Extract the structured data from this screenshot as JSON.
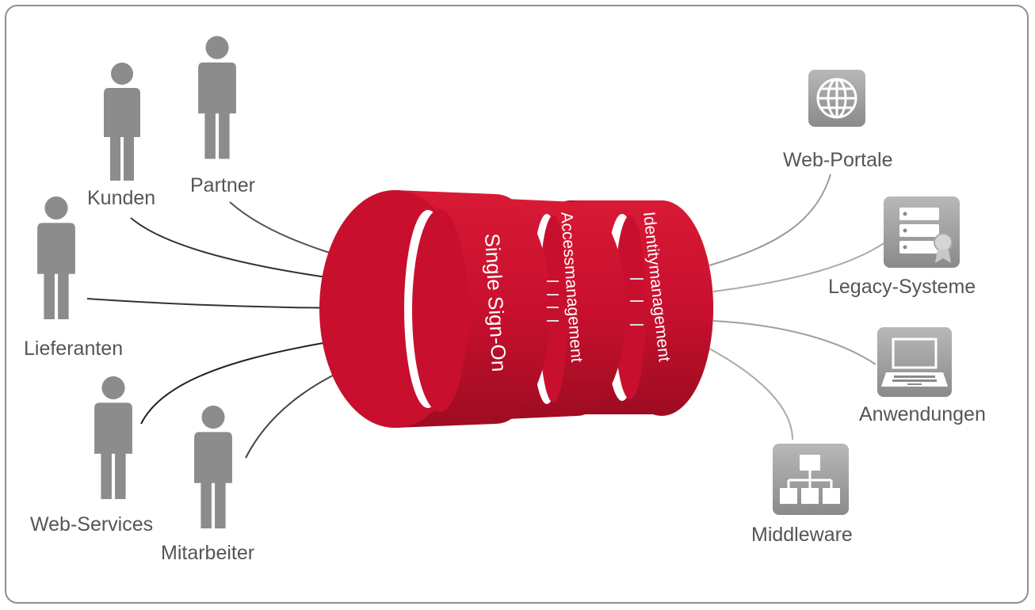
{
  "users": {
    "kunden": "Kunden",
    "partner": "Partner",
    "lieferanten": "Lieferanten",
    "web_services": "Web-Services",
    "mitarbeiter": "Mitarbeiter"
  },
  "rings": {
    "sso": "Single Sign-On",
    "access": "Accessmanagement",
    "identity": "Identitymanagement"
  },
  "systems": {
    "web_portale": "Web-Portale",
    "legacy": "Legacy-Systeme",
    "anwendungen": "Anwendungen",
    "middleware": "Middleware"
  },
  "icons": {
    "web_portale": "globe-icon",
    "legacy": "server-rack-icon",
    "anwendungen": "laptop-icon",
    "middleware": "network-hierarchy-icon"
  },
  "colors": {
    "ring_red": "#c8102e",
    "ring_dark": "#8e0a1e",
    "person_gray": "#8c8c8c",
    "frame": "#8f8f8f"
  }
}
